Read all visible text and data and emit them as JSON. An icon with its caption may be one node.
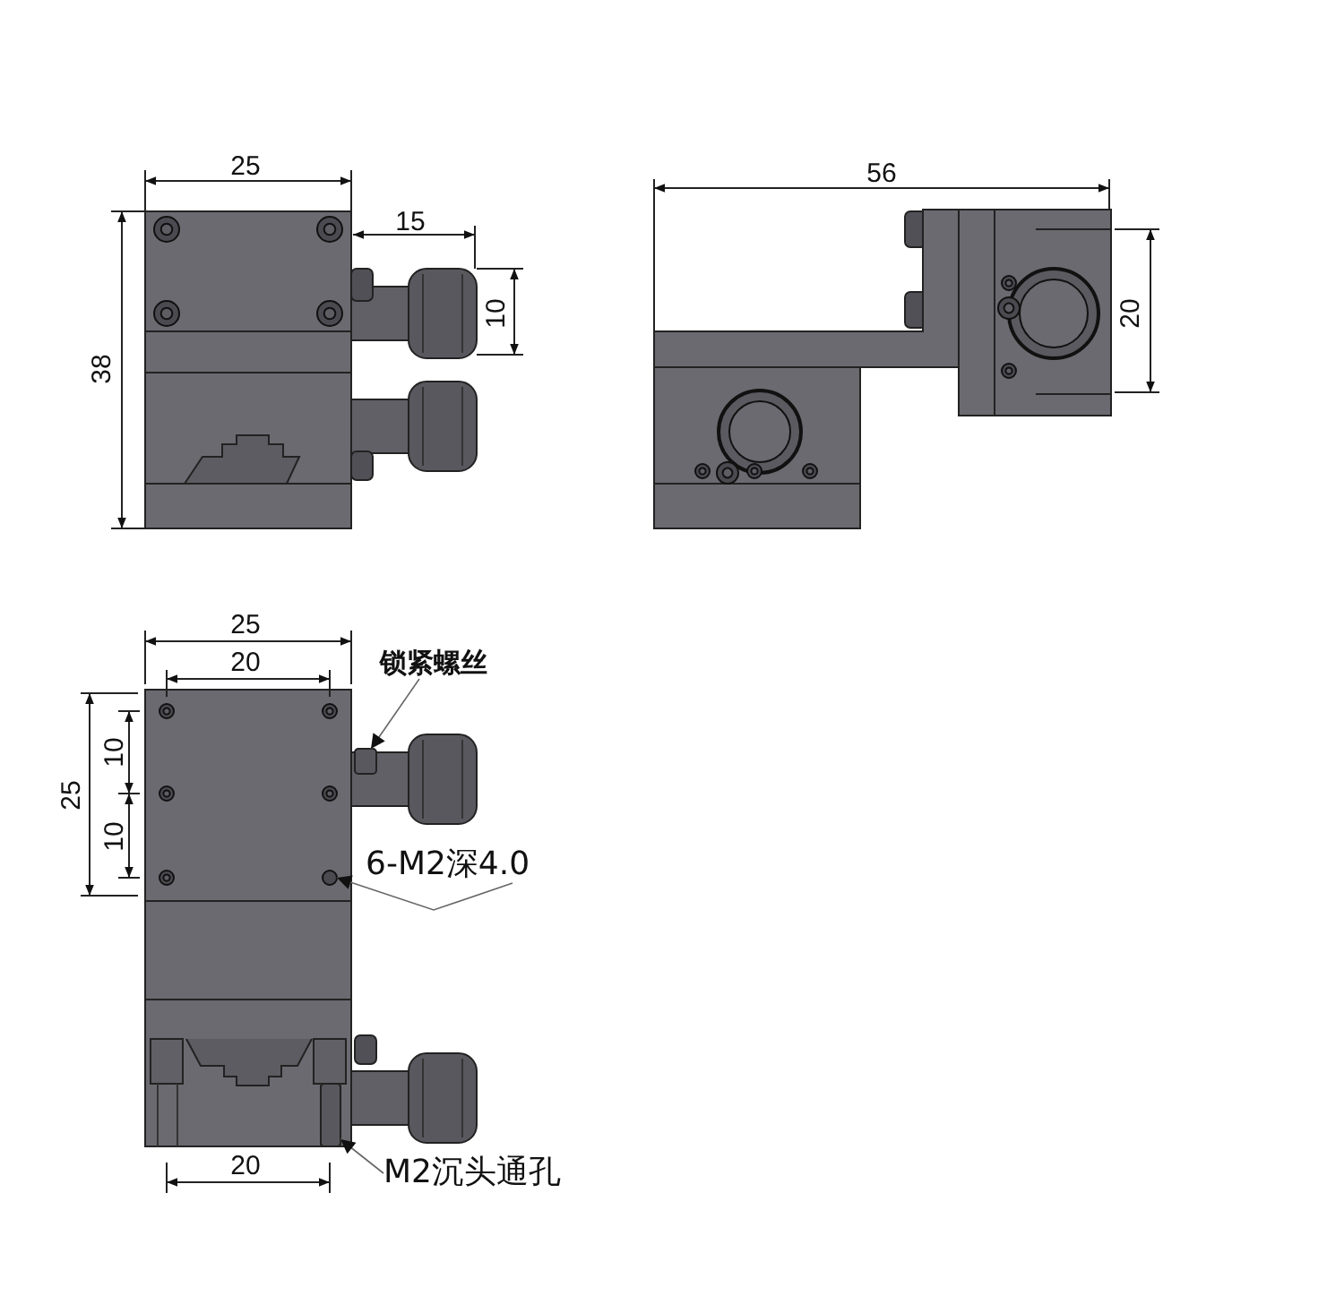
{
  "diagram": {
    "nodes": [
      {
        "text": [
          "锁紧螺丝"
        ]
      },
      {
        "text": [
          "6-M2深4.0"
        ]
      },
      {
        "text": [
          "M2沉头通孔"
        ]
      },
      {
        "text": [],
        "shape": "box"
      },
      {
        "text": [],
        "shape": "circle"
      },
      {
        "text": [],
        "shape": "box"
      }
    ],
    "edges": [
      {
        "from": 0,
        "to": 3,
        "arrow": "to"
      },
      {
        "from": 1,
        "to": 4,
        "arrow": "to"
      },
      {
        "from": 2,
        "to": 5,
        "arrow": "to"
      }
    ],
    "labels": [
      "25",
      "15",
      "10",
      "38",
      "56",
      "20",
      "25",
      "20",
      "25",
      "10",
      "10",
      "20"
    ]
  }
}
